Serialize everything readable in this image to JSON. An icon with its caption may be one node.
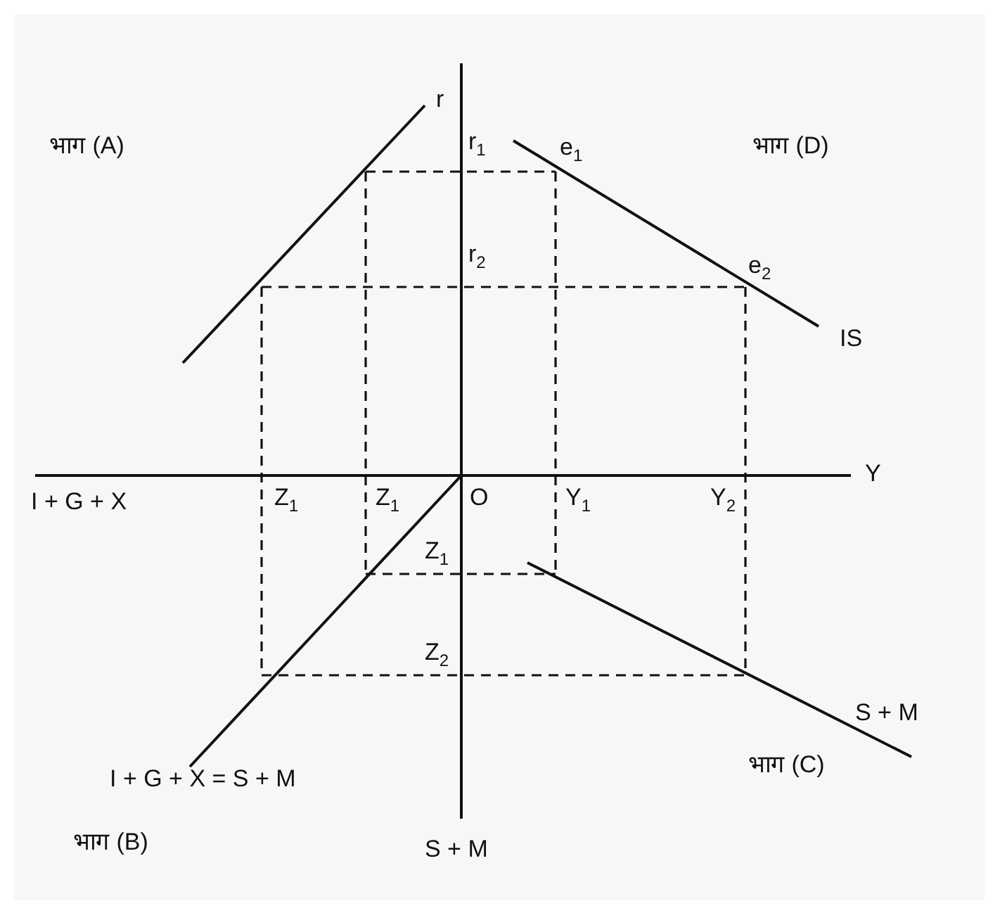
{
  "diagram": {
    "labels": [
      "r",
      "भाग (A)",
      "r$_{1}$",
      "e$_{1}$",
      "भाग (D)",
      "r$_{2}$",
      "e$_{2}$",
      "IS",
      "Y",
      "I + G + X",
      "Z$_{1}$",
      "Z$_{1}$",
      "O",
      "Y$_{1}$",
      "Y$_{2}$",
      "Z$_{1}$",
      "Z$_{2}$",
      "S + M",
      "भाग (C)",
      "I + G + X = S + M",
      "भाग (B)",
      "S + M"
    ]
  }
}
